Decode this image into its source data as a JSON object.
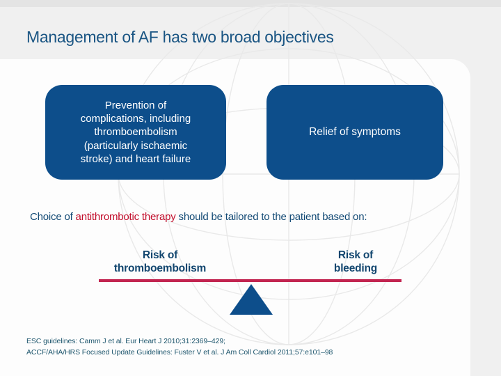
{
  "slide": {
    "title": "Management of AF has two broad objectives",
    "boxes": {
      "left": "Prevention of\ncomplications, including\nthromboembolism\n(particularly ischaemic\nstroke) and heart failure",
      "right": "Relief of symptoms"
    },
    "statement": {
      "prefix": "Choice of ",
      "highlight": "antithrombotic therapy",
      "suffix": " should be tailored to the patient based on:"
    },
    "balance": {
      "left_label": "Risk of\nthromboembolism",
      "right_label": "Risk of\nbleeding"
    },
    "references": "ESC guidelines: Camm J et al. Eur Heart J 2010;31:2369–429;\nACCF/AHA/HRS Focused Update Guidelines: Fuster V et al. J Am Coll Cardiol 2011;57:e101–98",
    "colors": {
      "accent_blue": "#0d4e8b",
      "title_navy": "#1a5583",
      "body_navy": "#134a75",
      "highlight_red": "#c20e2c",
      "beam_red": "#c22450",
      "background_gray": "#f0f0f0",
      "card_white": "#fdfdfd"
    }
  }
}
